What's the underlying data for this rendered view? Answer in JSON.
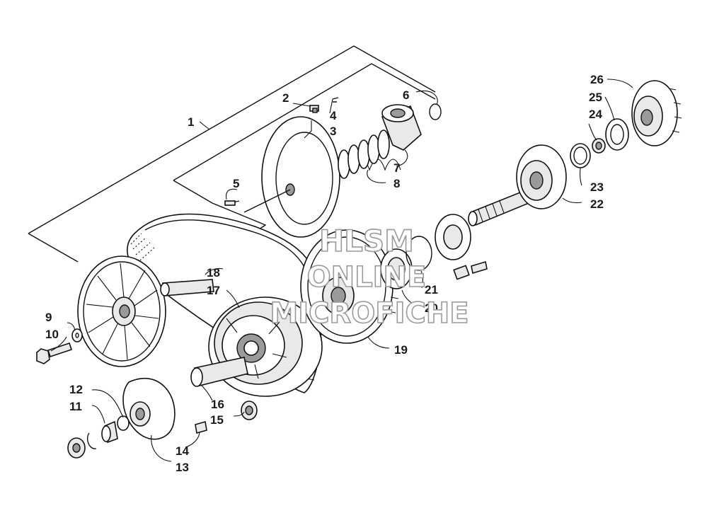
{
  "diagram": {
    "callouts": [
      {
        "id": "1",
        "label": "1"
      },
      {
        "id": "2",
        "label": "2"
      },
      {
        "id": "3",
        "label": "3"
      },
      {
        "id": "4",
        "label": "4"
      },
      {
        "id": "5",
        "label": "5"
      },
      {
        "id": "6",
        "label": "6"
      },
      {
        "id": "7",
        "label": "7"
      },
      {
        "id": "8",
        "label": "8"
      },
      {
        "id": "9",
        "label": "9"
      },
      {
        "id": "10",
        "label": "10"
      },
      {
        "id": "11",
        "label": "11"
      },
      {
        "id": "12",
        "label": "12"
      },
      {
        "id": "13",
        "label": "13"
      },
      {
        "id": "14",
        "label": "14"
      },
      {
        "id": "15",
        "label": "15"
      },
      {
        "id": "16",
        "label": "16"
      },
      {
        "id": "17",
        "label": "17"
      },
      {
        "id": "18",
        "label": "18"
      },
      {
        "id": "19",
        "label": "19"
      },
      {
        "id": "20",
        "label": "20"
      },
      {
        "id": "21",
        "label": "21"
      },
      {
        "id": "22",
        "label": "22"
      },
      {
        "id": "23",
        "label": "23"
      },
      {
        "id": "24",
        "label": "24"
      },
      {
        "id": "25",
        "label": "25"
      },
      {
        "id": "26",
        "label": "26"
      }
    ],
    "watermark": {
      "line1": "HLSM",
      "line2": "ONLINE",
      "line3": "MICROFICHE"
    }
  }
}
